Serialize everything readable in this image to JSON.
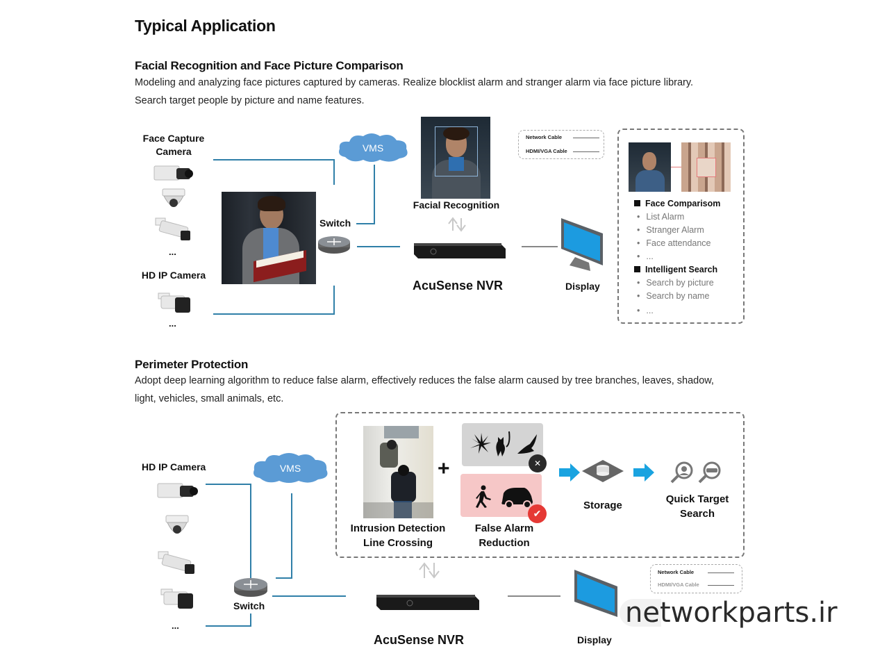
{
  "page": {
    "title": "Typical Application"
  },
  "section1": {
    "heading": "Facial Recognition and Face Picture Comparison",
    "desc_line1": "Modeling and analyzing face pictures captured by cameras. Realize blocklist alarm and stranger alarm via face picture library.",
    "desc_line2": "Search target people by picture and name features.",
    "face_capture_label": "Face Capture Camera",
    "hd_ip_camera_label": "HD IP Camera",
    "ellipsis": "...",
    "switch_label": "Switch",
    "vms_label": "VMS",
    "facial_recognition_label": "Facial Recognition",
    "nvr_label": "AcuSense NVR",
    "display_label": "Display",
    "legend": {
      "network_cable": "Network Cable",
      "hdmi_cable": "HDMI/VGA Cable"
    },
    "features": {
      "face_comparison_heading": "Face Comparisom",
      "face_comparison_items": [
        "List Alarm",
        "Stranger Alarm",
        "Face attendance",
        "..."
      ],
      "intelligent_search_heading": "Intelligent Search",
      "intelligent_search_items": [
        "Search by picture",
        "Search by name",
        "..."
      ]
    }
  },
  "section2": {
    "heading": "Perimeter Protection",
    "desc_line1": "Adopt deep learning algorithm to reduce false alarm, effectively reduces the false alarm caused by tree branches, leaves, shadow,",
    "desc_line2": "light, vehicles, small animals, etc.",
    "hd_ip_camera_label": "HD IP Camera",
    "ellipsis": "...",
    "vms_label": "VMS",
    "switch_label": "Switch",
    "intrusion_label_1": "Intrusion Detection",
    "intrusion_label_2": "Line Crossing",
    "plus": "+",
    "false_alarm_label_1": "False Alarm",
    "false_alarm_label_2": "Reduction",
    "storage_label": "Storage",
    "quick_search_label_1": "Quick Target",
    "quick_search_label_2": "Search",
    "nvr_label": "AcuSense NVR",
    "display_label": "Display",
    "legend": {
      "network_cable": "Network Cable",
      "hdmi_cable": "HDMI/VGA Cable"
    }
  },
  "watermark": "networkparts.ir",
  "colors": {
    "link_line": "#2f7fa8",
    "cloud": "#5b9bd5",
    "arrow": "#1aa3e0",
    "reject_box": "#d4d4d4",
    "accept_box": "#f6c7c7",
    "accept_badge": "#e53935"
  }
}
